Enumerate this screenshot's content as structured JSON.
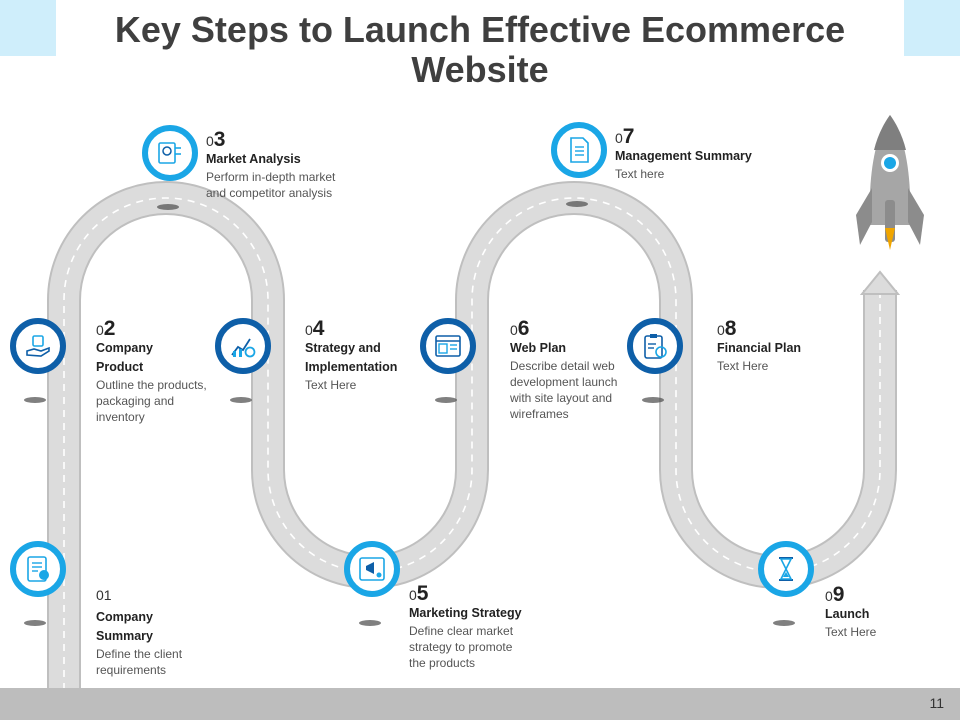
{
  "title": "Key Steps to Launch Effective Ecommerce Website",
  "page_number": "11",
  "colors": {
    "accent_light": "#1aa6e6",
    "accent_dark": "#0e5fa8",
    "road": "#d9d9d9"
  },
  "steps": [
    {
      "num_prefix": "0",
      "num_digit": "1",
      "title": "Company Summary",
      "desc": "Define the client requirements",
      "icon": "checklist-document-icon"
    },
    {
      "num_prefix": "0",
      "num_digit": "2",
      "title": "Company Product",
      "desc": "Outline the products, packaging and inventory",
      "icon": "product-in-hand-icon"
    },
    {
      "num_prefix": "0",
      "num_digit": "3",
      "title": "Market Analysis",
      "desc": "Perform in-depth market and competitor analysis",
      "icon": "market-analysis-icon"
    },
    {
      "num_prefix": "0",
      "num_digit": "4",
      "title": "Strategy and Implementation",
      "desc": "Text Here",
      "icon": "strategy-chart-gear-icon"
    },
    {
      "num_prefix": "0",
      "num_digit": "5",
      "title": "Marketing Strategy",
      "desc": "Define clear market strategy to promote the products",
      "icon": "marketing-megaphone-icon"
    },
    {
      "num_prefix": "0",
      "num_digit": "6",
      "title": "Web Plan",
      "desc": "Describe detail web development launch with site layout and wireframes",
      "icon": "web-layout-icon"
    },
    {
      "num_prefix": "0",
      "num_digit": "7",
      "title": "Management Summary",
      "desc": "Text here",
      "icon": "summary-document-icon"
    },
    {
      "num_prefix": "0",
      "num_digit": "8",
      "title": "Financial Plan",
      "desc": "Text Here",
      "icon": "financial-clipboard-icon"
    },
    {
      "num_prefix": "0",
      "num_digit": "9",
      "title": "Launch",
      "desc": "Text Here",
      "icon": "hourglass-icon"
    }
  ]
}
